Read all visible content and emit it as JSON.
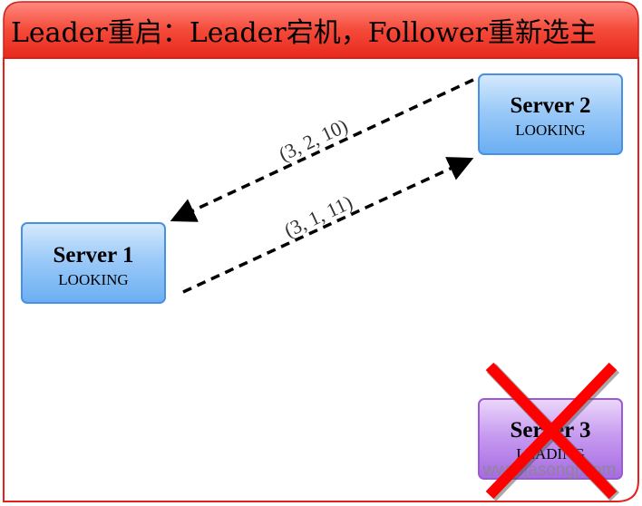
{
  "title": "Leader重启：Leader宕机，Follower重新选主",
  "servers": [
    {
      "name": "Server 1",
      "state": "LOOKING",
      "color": "#7fb8f5"
    },
    {
      "name": "Server 2",
      "state": "LOOKING",
      "color": "#7fb8f5"
    },
    {
      "name": "Server 3",
      "state": "LEADING",
      "color": "#b27ee6",
      "crashed": true
    }
  ],
  "messages": [
    {
      "from": "Server 2",
      "to": "Server 1",
      "label": "(3, 2, 10)"
    },
    {
      "from": "Server 1",
      "to": "Server 2",
      "label": "(3, 1, 11)"
    }
  ],
  "watermark": "www.jasongj.com",
  "colors": {
    "title_bar": "#f04a3c",
    "frame": "#e8201a",
    "cross": "#ff0000"
  }
}
